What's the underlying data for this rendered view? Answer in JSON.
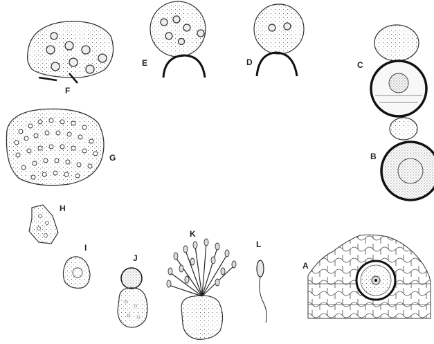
{
  "diagram": {
    "stages": [
      {
        "id": "A",
        "label": "A"
      },
      {
        "id": "B",
        "label": "B"
      },
      {
        "id": "C",
        "label": "C"
      },
      {
        "id": "D",
        "label": "D"
      },
      {
        "id": "E",
        "label": "E"
      },
      {
        "id": "F",
        "label": "F"
      },
      {
        "id": "G",
        "label": "G"
      },
      {
        "id": "H",
        "label": "H"
      },
      {
        "id": "I",
        "label": "I"
      },
      {
        "id": "J",
        "label": "J"
      },
      {
        "id": "K",
        "label": "K"
      },
      {
        "id": "L",
        "label": "L"
      }
    ]
  }
}
